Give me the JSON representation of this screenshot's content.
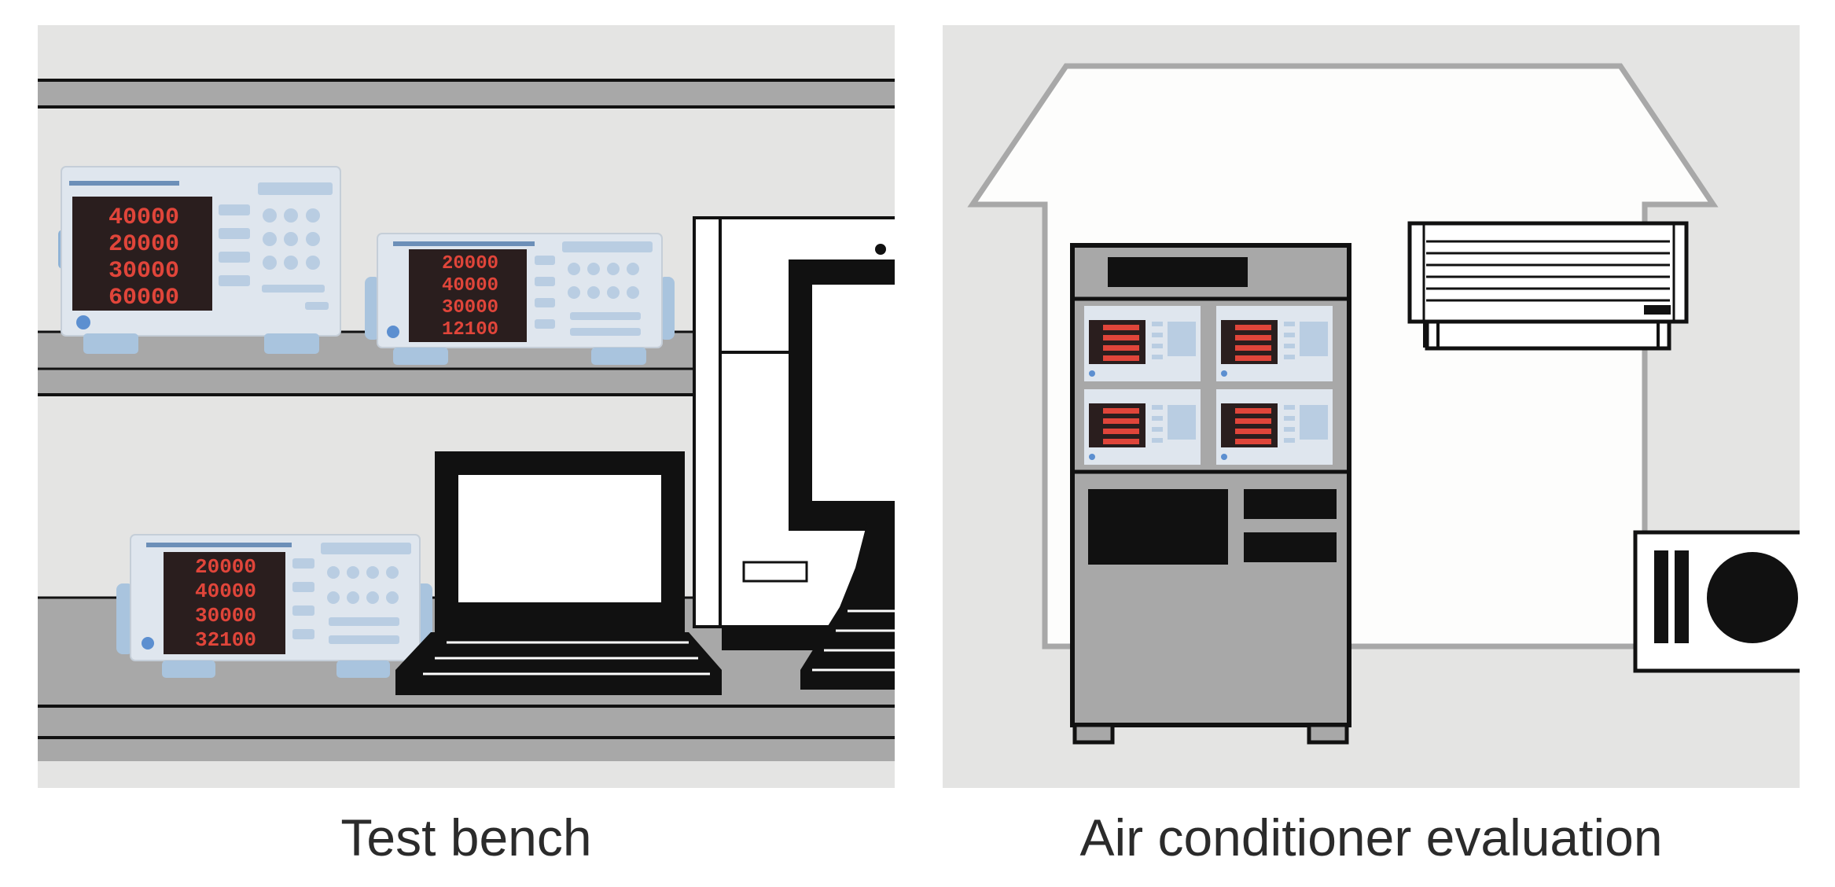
{
  "captions": {
    "left": "Test bench",
    "right": "Air conditioner evaluation"
  },
  "meters": {
    "m1": [
      "40000",
      "20000",
      "30000",
      "60000"
    ],
    "m2": [
      "20000",
      "40000",
      "30000",
      "12100"
    ],
    "m3": [
      "20000",
      "40000",
      "30000",
      "32100"
    ]
  },
  "colors": {
    "panel_bg": "#e4e4e3",
    "shelf": "#a8a8a8",
    "instrument_body": "#dfe6ee",
    "instrument_accent": "#a9c4de",
    "display_bg": "#2a1e1e",
    "display_digits": "#e0453a"
  }
}
